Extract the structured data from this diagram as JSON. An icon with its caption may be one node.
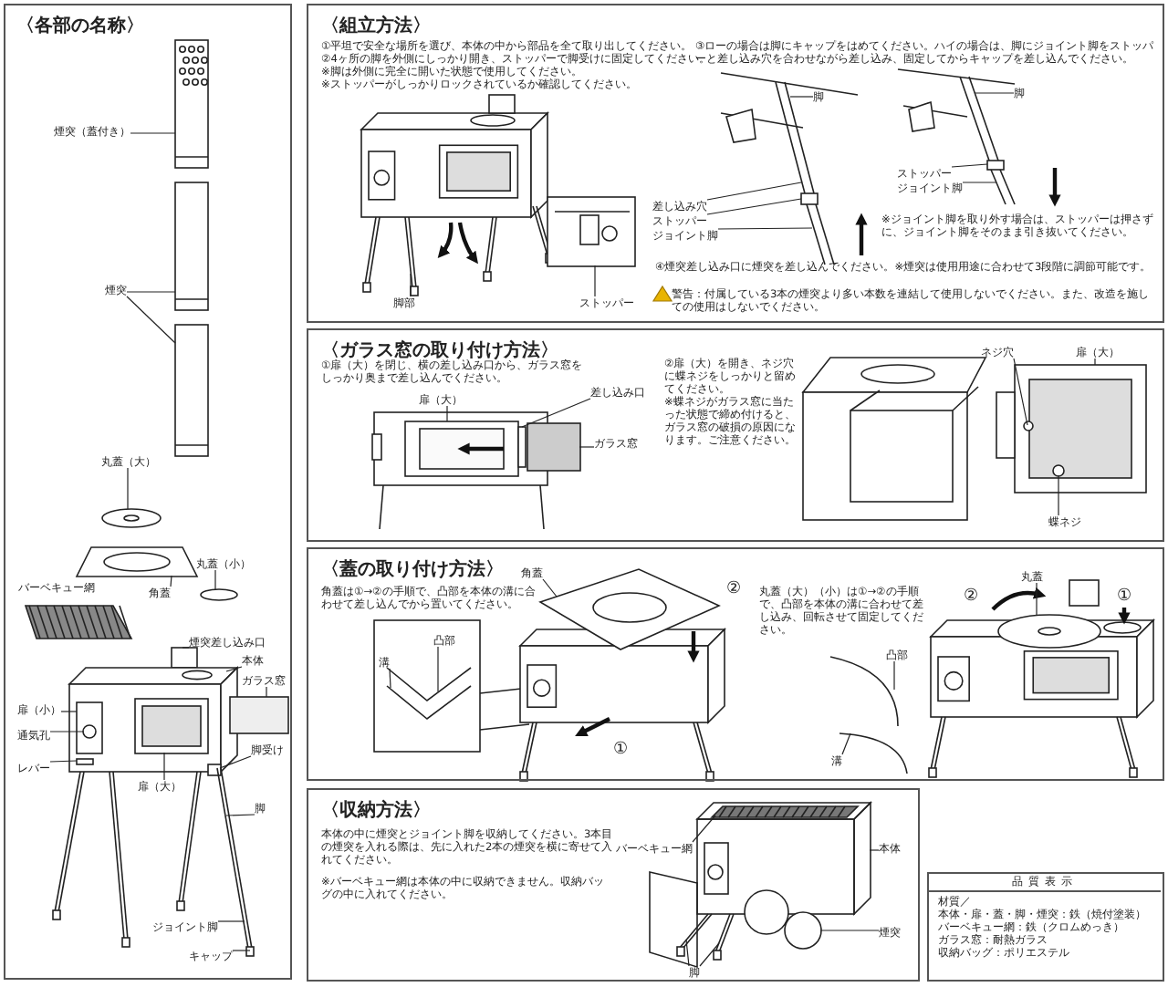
{
  "diagram": {
    "nodes": [
      {
        "text": [
          "〈各部の名称〉"
        ]
      },
      {
        "text": [
          "煙突（蓋付き）"
        ],
        "in": 0
      },
      {
        "text": [
          "煙突"
        ],
        "in": 0
      },
      {
        "text": [
          "丸蓋（大）"
        ],
        "in": 0
      },
      {
        "text": [
          "丸蓋（小）"
        ],
        "in": 0
      },
      {
        "text": [
          "角蓋"
        ],
        "in": 0
      },
      {
        "text": [
          "煙突差し込み口"
        ],
        "in": 0
      },
      {
        "text": [
          "本体"
        ],
        "in": 0
      },
      {
        "text": [
          "ガラス窓"
        ],
        "in": 0
      },
      {
        "text": [
          "扉（小）"
        ],
        "in": 0
      },
      {
        "text": [
          "通気孔"
        ],
        "in": 0
      },
      {
        "text": [
          "脚受け"
        ],
        "in": 0
      },
      {
        "text": [
          "レバー"
        ],
        "in": 0
      },
      {
        "text": [
          "扉（大）"
        ],
        "in": 0
      },
      {
        "text": [
          "脚"
        ],
        "in": 0
      },
      {
        "text": [
          "ジョイント脚"
        ],
        "in": 0
      },
      {
        "text": [
          "キャップ"
        ],
        "in": 0
      },
      {
        "text": [
          "〈組立方法〉",
          "①平坦で安全な場所を選び、本体の中から部品を全て取り出してください。",
          "②4ヶ所の脚を外側にしっかり開き、ストッパーで脚受けに固定してください。",
          "※脚は外側に完全に開いた状態で使用してください。",
          "※ストッパーがしっかりロックされているか確認してください。",
          "③ローの場合は脚にキャップをはめてください。ハイの場合は、脚にジョイント脚をストッパーと差し込み穴を合わせながら差し込み、固定してからキャップを差し込んでください。",
          "※ジョイント脚を取り外す場合は、ストッパーは押さずに、ジョイント脚をそのまま引き抜いてください。",
          "④煙突差し込み口に煙突を差し込んでください。※煙突は使用用途に合わせて3段階に調節可能です。",
          "警告：付属している3本の煙突より多い本数を連結して使用しないでください。また、改造を施しての使用はしないでください。"
        ]
      },
      {
        "text": [
          "脚部"
        ],
        "in": 17
      },
      {
        "text": [
          "ストッパー"
        ],
        "in": 17
      },
      {
        "text": [
          "差し込み穴"
        ],
        "in": 17
      },
      {
        "text": [
          "ストッパー"
        ],
        "in": 17
      },
      {
        "text": [
          "ジョイント脚"
        ],
        "in": 17
      },
      {
        "text": [
          "脚"
        ],
        "in": 17
      },
      {
        "text": [
          "脚"
        ],
        "in": 17
      },
      {
        "text": [
          "ストッパー"
        ],
        "in": 17
      },
      {
        "text": [
          "ジョイント脚"
        ],
        "in": 17
      },
      {
        "text": [
          "〈ガラス窓の取り付け方法〉",
          "①扉（大）を閉じ、横の差し込み口から、ガラス窓をしっかり奥まで差し込んでください。",
          "②扉（大）を開き、ネジ穴に蝶ネジをしっかりと留めてください。",
          "※蝶ネジがガラス窓に当たった状態で締め付けると、ガラス窓の破損の原因になります。ご注意ください。"
        ]
      },
      {
        "text": [
          "扉（大）"
        ],
        "in": 27
      },
      {
        "text": [
          "差し込み口"
        ],
        "in": 27
      },
      {
        "text": [
          "ガラス窓"
        ],
        "in": 27
      },
      {
        "text": [
          "ネジ穴"
        ],
        "in": 27
      },
      {
        "text": [
          "扉（大）"
        ],
        "in": 27
      },
      {
        "text": [
          "蝶ネジ"
        ],
        "in": 27
      },
      {
        "text": [
          "〈蓋の取り付け方法〉",
          "角蓋は①→②の手順で、凸部を本体の溝に合わせて差し込んでから置いてください。",
          "丸蓋（大）（小）は①→②の手順で、凸部を本体の溝に合わせて差し込み、回転させて固定してください。"
        ]
      },
      {
        "text": [
          "角蓋"
        ],
        "in": 34
      },
      {
        "text": [
          "凸部"
        ],
        "in": 34
      },
      {
        "text": [
          "溝"
        ],
        "in": 34
      },
      {
        "text": [
          "丸蓋"
        ],
        "in": 34
      },
      {
        "text": [
          "凸部"
        ],
        "in": 34
      },
      {
        "text": [
          "溝"
        ],
        "in": 34
      },
      {
        "text": [
          "〈収納方法〉",
          "本体の中に煙突とジョイント脚を収納してください。3本目の煙突を入れる際は、先に入れた2本の煙突を横に寄せて入れてください。",
          "※バーベキュー網は本体の中に収納できません。収納バッグの中に入れてください。"
        ]
      },
      {
        "text": [
          "バーベキュー網"
        ],
        "in": 41
      },
      {
        "text": [
          "本体"
        ],
        "in": 41
      },
      {
        "text": [
          "脚"
        ],
        "in": 41
      },
      {
        "text": [
          "煙突"
        ],
        "in": 41
      },
      {
        "text": [
          "品質表示",
          "材質／",
          "本体・扉・蓋・脚・煙突：鉄（焼付塗装）",
          "バーベキュー網：鉄（クロムめっき）",
          "ガラス窓：耐熱ガラス",
          "収納バッグ：ポリエステル"
        ]
      },
      {
        "text": [],
        "shape": "picture",
        "in": 0
      },
      {
        "text": [],
        "shape": "picture",
        "in": 0
      },
      {
        "text": [],
        "shape": "picture",
        "in": 0
      },
      {
        "text": [],
        "shape": "picture",
        "in": 0
      },
      {
        "text": [],
        "shape": "circle",
        "in": 0
      },
      {
        "text": [],
        "shape": "picture",
        "in": 0
      },
      {
        "text": [],
        "shape": "box",
        "in": 0
      },
      {
        "text": [],
        "shape": "picture",
        "in": 0
      },
      {
        "text": [],
        "shape": "box",
        "in": 54
      },
      {
        "text": [],
        "shape": "circle",
        "in": 55
      },
      {
        "text": [],
        "shape": "box",
        "in": 54
      },
      {
        "text": [],
        "shape": "box",
        "in": 0
      },
      {
        "text": [],
        "shape": "picture",
        "in": 54
      },
      {
        "text": [],
        "shape": "picture",
        "in": 0
      },
      {
        "text": [],
        "shape": "picture",
        "in": 0
      },
      {
        "text": [],
        "shape": "box",
        "in": 0
      },
      {
        "text": [],
        "shape": "box",
        "in": 0
      },
      {
        "text": [],
        "shape": "picture",
        "in": 17
      },
      {
        "text": [],
        "shape": "picture",
        "in": 17
      },
      {
        "text": [],
        "shape": "picture",
        "in": 17
      },
      {
        "text": [],
        "shape": "box",
        "in": 17
      },
      {
        "text": [],
        "shape": "picture",
        "in": 17
      },
      {
        "text": [],
        "shape": "picture",
        "in": 17
      },
      {
        "text": [],
        "shape": "box",
        "in": 17
      },
      {
        "text": [],
        "shape": "picture",
        "in": 17
      },
      {
        "text": [],
        "shape": "picture",
        "in": 27
      },
      {
        "text": [],
        "shape": "box",
        "in": 27
      },
      {
        "text": [],
        "shape": "box",
        "in": 27
      },
      {
        "text": [],
        "shape": "circle",
        "in": 76
      },
      {
        "text": [],
        "shape": "picture",
        "in": 27
      },
      {
        "text": [],
        "shape": "circle",
        "in": 76
      },
      {
        "text": [],
        "shape": "picture",
        "in": 34
      },
      {
        "text": [],
        "shape": "picture",
        "in": 34
      },
      {
        "text": [],
        "shape": "picture",
        "in": 34
      },
      {
        "text": [],
        "shape": "picture",
        "in": 34
      },
      {
        "text": [],
        "shape": "picture",
        "in": 34
      },
      {
        "text": [],
        "shape": "picture",
        "in": 34
      },
      {
        "text": [],
        "shape": "picture",
        "in": 41
      },
      {
        "text": [],
        "shape": "picture",
        "in": 41
      },
      {
        "text": [],
        "shape": "picture",
        "in": 41
      },
      {
        "text": [],
        "shape": "picture",
        "in": 41
      },
      {
        "text": [],
        "shape": "picture",
        "in": 41
      }
    ],
    "edges": [
      {
        "from": 1,
        "to": 47,
        "arrow": "none"
      },
      {
        "from": 2,
        "to": 48,
        "arrow": "none"
      },
      {
        "from": 2,
        "to": 49,
        "arrow": "none"
      },
      {
        "from": 3,
        "to": 50,
        "arrow": "none"
      },
      {
        "from": 4,
        "to": 51,
        "arrow": "none"
      },
      {
        "from": 5,
        "to": 52,
        "arrow": "none"
      },
      {
        "from": 6,
        "to": 53,
        "arrow": "none"
      },
      {
        "from": 7,
        "to": 54,
        "arrow": "none"
      },
      {
        "from": 8,
        "to": 63,
        "arrow": "none"
      },
      {
        "from": 9,
        "to": 55,
        "arrow": "none"
      },
      {
        "from": 10,
        "to": 56,
        "arrow": "none"
      },
      {
        "from": 11,
        "to": 58,
        "arrow": "none"
      },
      {
        "from": 12,
        "to": 57,
        "arrow": "none"
      },
      {
        "from": 13,
        "to": 59,
        "arrow": "none"
      },
      {
        "from": 14,
        "to": 60,
        "arrow": "none"
      },
      {
        "from": 15,
        "to": 61,
        "arrow": "none"
      },
      {
        "from": 16,
        "to": 62,
        "arrow": "none"
      },
      {
        "from": 18,
        "to": 64,
        "arrow": "none"
      },
      {
        "from": 19,
        "to": 65,
        "arrow": "none"
      },
      {
        "from": 20,
        "to": 66,
        "arrow": "none"
      },
      {
        "from": 21,
        "to": 67,
        "arrow": "none"
      },
      {
        "from": 22,
        "to": 68,
        "arrow": "none"
      },
      {
        "from": 23,
        "to": 66,
        "arrow": "none"
      },
      {
        "from": 24,
        "to": 69,
        "arrow": "none"
      },
      {
        "from": 25,
        "to": 70,
        "arrow": "none"
      },
      {
        "from": 26,
        "to": 71,
        "arrow": "none"
      },
      {
        "from": 28,
        "to": 72,
        "arrow": "none"
      },
      {
        "from": 29,
        "to": 73,
        "arrow": "none"
      },
      {
        "from": 30,
        "to": 74,
        "arrow": "none"
      },
      {
        "from": 31,
        "to": 75,
        "arrow": "none"
      },
      {
        "from": 32,
        "to": 76,
        "arrow": "none"
      },
      {
        "from": 33,
        "to": 77,
        "arrow": "none"
      },
      {
        "from": 35,
        "to": 78,
        "arrow": "none"
      },
      {
        "from": 36,
        "to": 79,
        "arrow": "none"
      },
      {
        "from": 37,
        "to": 80,
        "arrow": "none"
      },
      {
        "from": 38,
        "to": 81,
        "arrow": "none"
      },
      {
        "from": 39,
        "to": 82,
        "arrow": "none"
      },
      {
        "from": 40,
        "to": 83,
        "arrow": "none"
      },
      {
        "from": 42,
        "to": 84,
        "arrow": "none"
      },
      {
        "from": 43,
        "to": 85,
        "arrow": "none"
      },
      {
        "from": 44,
        "to": 86,
        "arrow": "none"
      },
      {
        "from": 44,
        "to": 87,
        "arrow": "none"
      },
      {
        "from": 45,
        "to": 88,
        "arrow": "none"
      }
    ],
    "labels": [
      "バーベキュー網",
      "②",
      "①",
      "②",
      "①"
    ]
  }
}
